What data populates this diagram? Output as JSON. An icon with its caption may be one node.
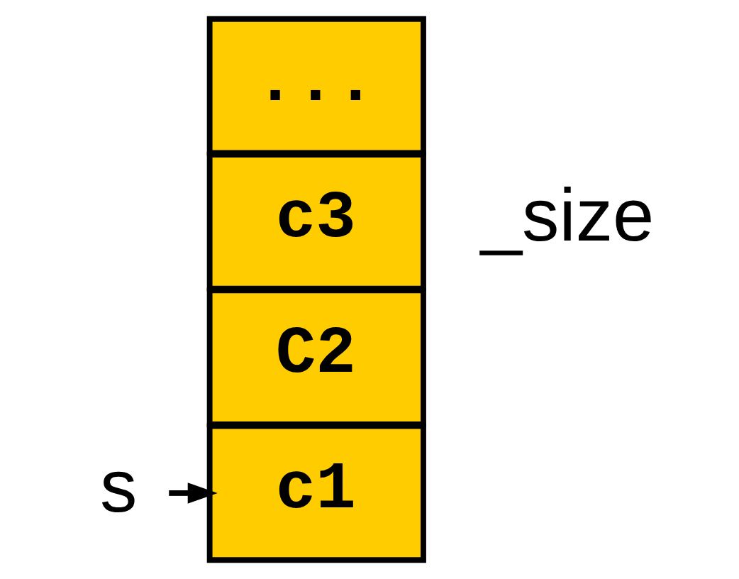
{
  "diagram": {
    "nodes": [
      {
        "text": [
          "s"
        ]
      },
      {
        "text": [
          "c1"
        ]
      },
      {
        "text": [
          "C2"
        ]
      },
      {
        "text": [
          "c3"
        ]
      },
      {
        "text": [
          "..."
        ]
      }
    ],
    "edges": [
      {
        "from": 0,
        "to": 1,
        "arrow": "to"
      }
    ],
    "labels": [
      "_size"
    ]
  }
}
